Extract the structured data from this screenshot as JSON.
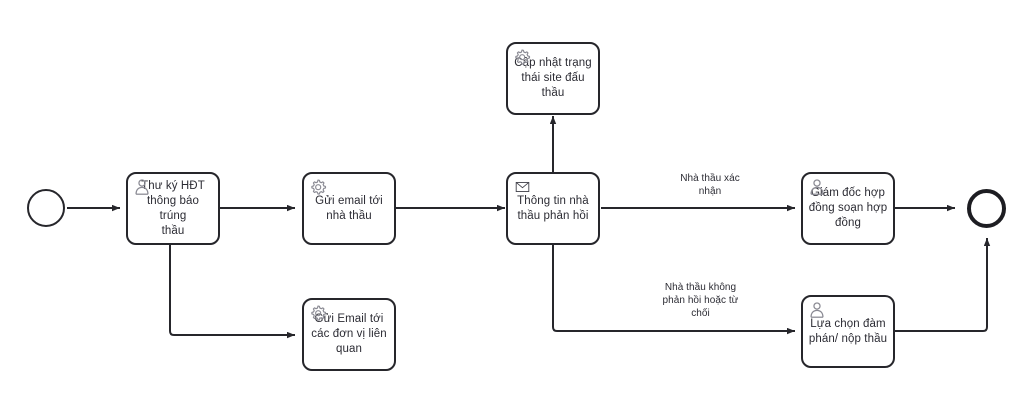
{
  "diagram": {
    "type": "bpmn-process-flow",
    "background": "#ffffff",
    "stroke_color": "#26262b",
    "text_color": "#2b2b33",
    "icon_color": "#8a8a93"
  },
  "events": {
    "start": {
      "name": "start-event",
      "label": ""
    },
    "end": {
      "name": "end-event",
      "label": ""
    }
  },
  "nodes": [
    {
      "id": "thu-ky-hdt",
      "label": "Thư ký HĐT\nthông báo trúng\nthầu",
      "icon": "user-icon",
      "type": "user-task"
    },
    {
      "id": "gui-email-nha-thau",
      "label": "Gửi email tới\nnhà thầu",
      "icon": "gear-icon",
      "type": "service-task"
    },
    {
      "id": "gui-email-don-vi",
      "label": "Gửi Email tới\ncác đơn vị liên\nquan",
      "icon": "gear-icon",
      "type": "service-task"
    },
    {
      "id": "cap-nhat-trang-thai",
      "label": "Cập nhật trạng\nthái site đấu\nthầu",
      "icon": "gear-icon",
      "type": "service-task"
    },
    {
      "id": "thong-tin-phan-hoi",
      "label": "Thông tin nhà\nthầu phản hồi",
      "icon": "envelope-icon",
      "type": "receive-task"
    },
    {
      "id": "giam-doc-hop-dong",
      "label": "Giám đốc hợp\nđồng soạn hợp\nđồng",
      "icon": "user-icon",
      "type": "user-task"
    },
    {
      "id": "lua-chon-dam-phan",
      "label": "Lựa chọn đàm\nphán/ nộp thầu",
      "icon": "user-icon",
      "type": "user-task"
    }
  ],
  "edge_labels": [
    {
      "id": "edge-xac-nhan",
      "label": "Nhà thầu xác\nnhận"
    },
    {
      "id": "edge-tu-choi",
      "label": "Nhà thầu không\nphản hồi hoặc từ\nchối"
    }
  ]
}
